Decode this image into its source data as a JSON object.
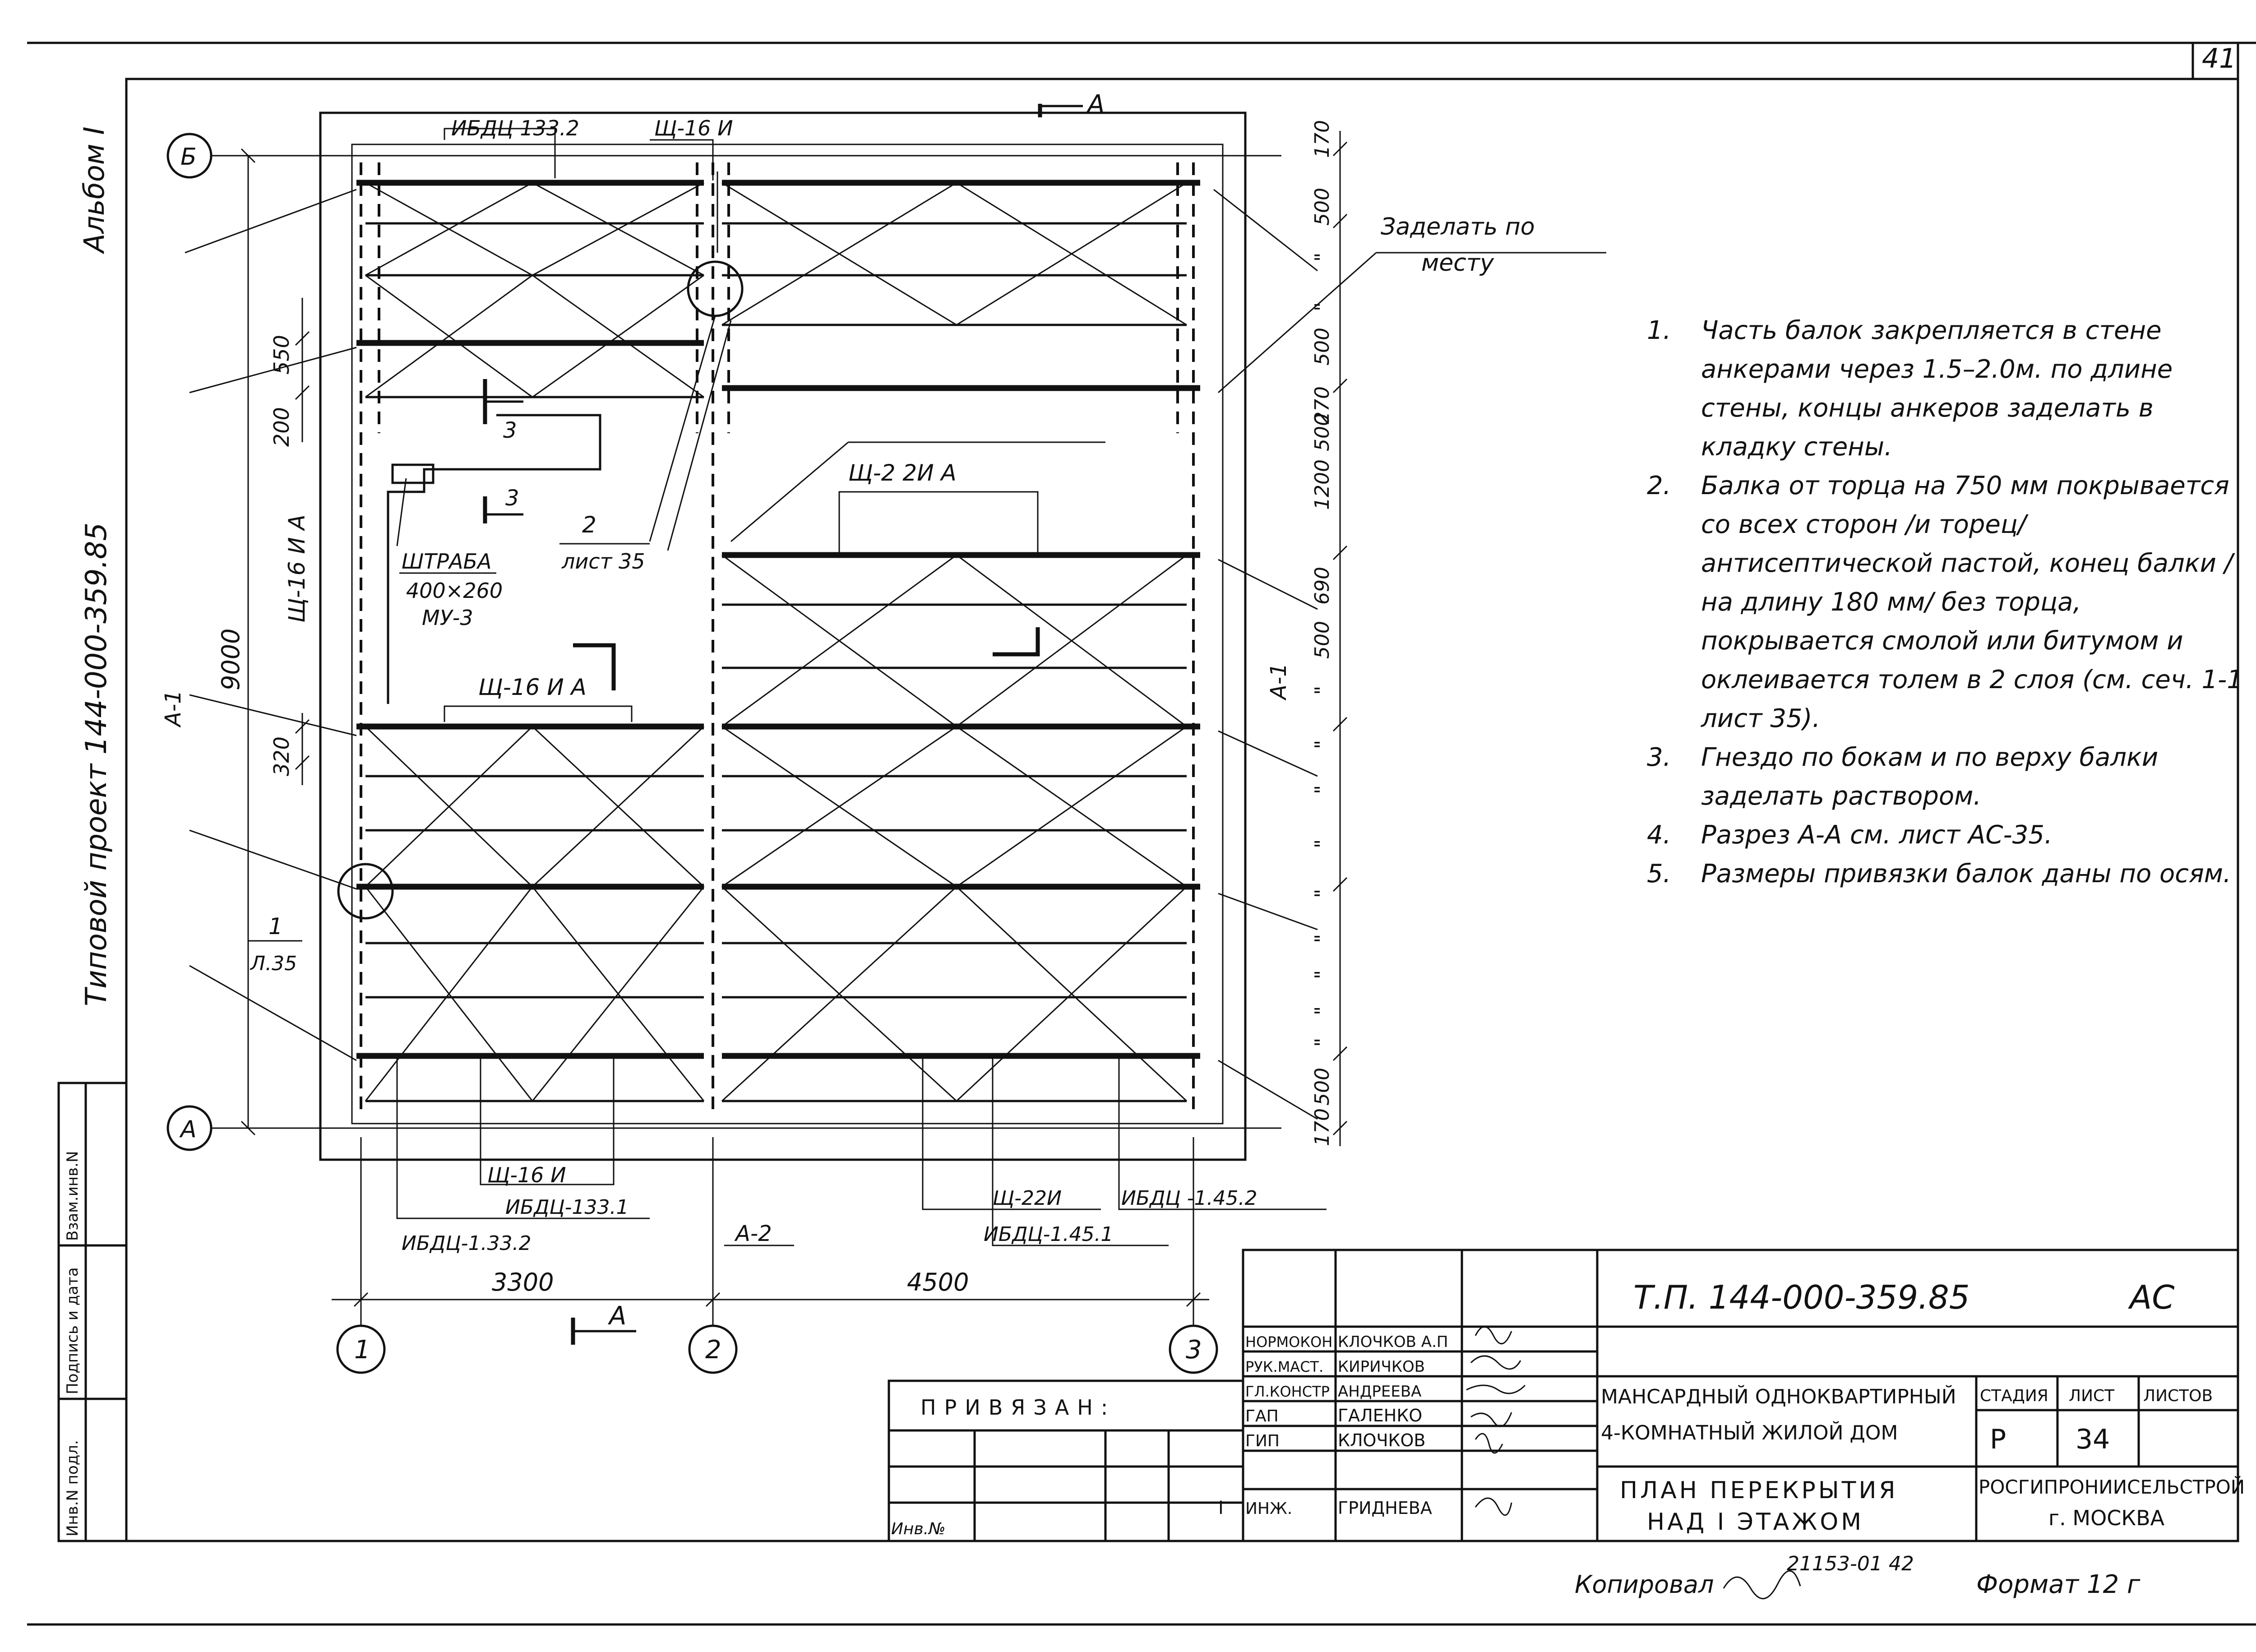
{
  "sheet": {
    "page_number": "41",
    "left_margin": {
      "album": "Альбом I",
      "project": "Типовой   проект  144-000-359.85"
    },
    "left_stamp_labels": [
      "Инв.N подл.",
      "Подпись и дата",
      "Взам.инв.N"
    ]
  },
  "plan": {
    "axes": {
      "rows": [
        "Б",
        "А"
      ],
      "columns": [
        "1",
        "2",
        "3"
      ]
    },
    "section_marks": {
      "a_top": "А",
      "a_bottom": "А",
      "s3_upper": "3",
      "s3_lower": "3",
      "detail_1_num": "1",
      "detail_1_sheet": "Л.35",
      "detail_2_num": "2",
      "detail_2_sheet": "лист 35"
    },
    "labels": {
      "ibdc_top": "ИБДЦ 133.2",
      "shch16i_top": "Щ-16 И",
      "shch16ia_vertical": "Щ-16 И А",
      "shch16ia_mid": "Щ-16 И А",
      "shch2_2ia": "Щ-2  2И А",
      "shtraba": "ШТРАБА",
      "shtraba_size": "400×260",
      "shtraba_mark": "МУ-3",
      "a1_left": "А-1",
      "a1_right": "А-1",
      "a2": "А-2",
      "shch16i_bottom": "Щ-16 И",
      "ibdc_1331": "ИБДЦ-133.1",
      "ibdc_1332": "ИБДЦ-1.33.2",
      "shch22i": "Щ-22И",
      "ibdc_1452": "ИБДЦ -1.45.2",
      "ibdc_1451": "ИБДЦ-1.45.1",
      "zadelat_1": "Заделать по",
      "zadelat_2": "месту"
    },
    "dimensions": {
      "overall_height": "9000",
      "d550": "550",
      "d200": "200",
      "d320": "320",
      "span_1_2": "3300",
      "span_2_3": "4500",
      "right_chain": [
        "170",
        "500",
        "\"",
        "\"",
        "500",
        "270",
        "500",
        "1200",
        "690",
        "500",
        "\"",
        "\"",
        "\"",
        "\"",
        "\"",
        "\"",
        "\"",
        "\"",
        "\"",
        "500",
        "170"
      ]
    }
  },
  "notes": [
    {
      "num": "1.",
      "text": "Часть балок закрепляется в стене анкерами через 1.5–2.0м. по длине стены, концы анкеров заделать в кладку стены."
    },
    {
      "num": "2.",
      "text": "Балка от торца на 750 мм покрывается со всех сторон /и торец/ антисептической пастой, конец балки /на длину 180 мм/ без торца, покрывается смолой или битумом и оклеивается толем в 2 слоя (см. сеч. 1-1 лист 35)."
    },
    {
      "num": "3.",
      "text": "Гнездо по бокам и по верху балки заделать раствором."
    },
    {
      "num": "4.",
      "text": "Разрез А-А см. лист АС-35."
    },
    {
      "num": "5.",
      "text": "Размеры привязки балок даны по осям."
    }
  ],
  "title_block": {
    "doc_code": "Т.П.   144-000-359.85",
    "doc_mark": "АС",
    "roles": [
      "НОРМОКОН",
      "РУК.МАСТ.",
      "ГЛ.КОНСТР",
      "ГАП",
      "ГИП",
      "ИНЖ."
    ],
    "names": [
      "КЛОЧКОВ А.П",
      "КИРИЧКОВ",
      "АНДРЕЕВА",
      "ГАЛЕНКО",
      "КЛОЧКОВ",
      "ГРИДНЕВА"
    ],
    "privyazan": "ПРИВЯЗАН:",
    "inv_no": "Инв.№",
    "row_marker": "I",
    "object_1": "МАНСАРДНЫЙ ОДНОКВАРТИРНЫЙ",
    "object_2": "4-КОМНАТНЫЙ ЖИЛОЙ ДОМ",
    "stage_header": "СТАДИЯ",
    "sheet_header": "ЛИСТ",
    "sheets_header": "ЛИСТОВ",
    "stage": "Р",
    "sheet": "34",
    "sheets": "",
    "drawing_1": "ПЛАН  ПЕРЕКРЫТИЯ",
    "drawing_2": "НАД  I  ЭТАЖОМ",
    "org_1": "РОСГИПРОНИИСЕЛЬСТРОЙ",
    "org_2": "г. МОСКВА"
  },
  "footer": {
    "copied": "Копировал",
    "order": "21153-01  42",
    "format": "Формат  12  г"
  }
}
